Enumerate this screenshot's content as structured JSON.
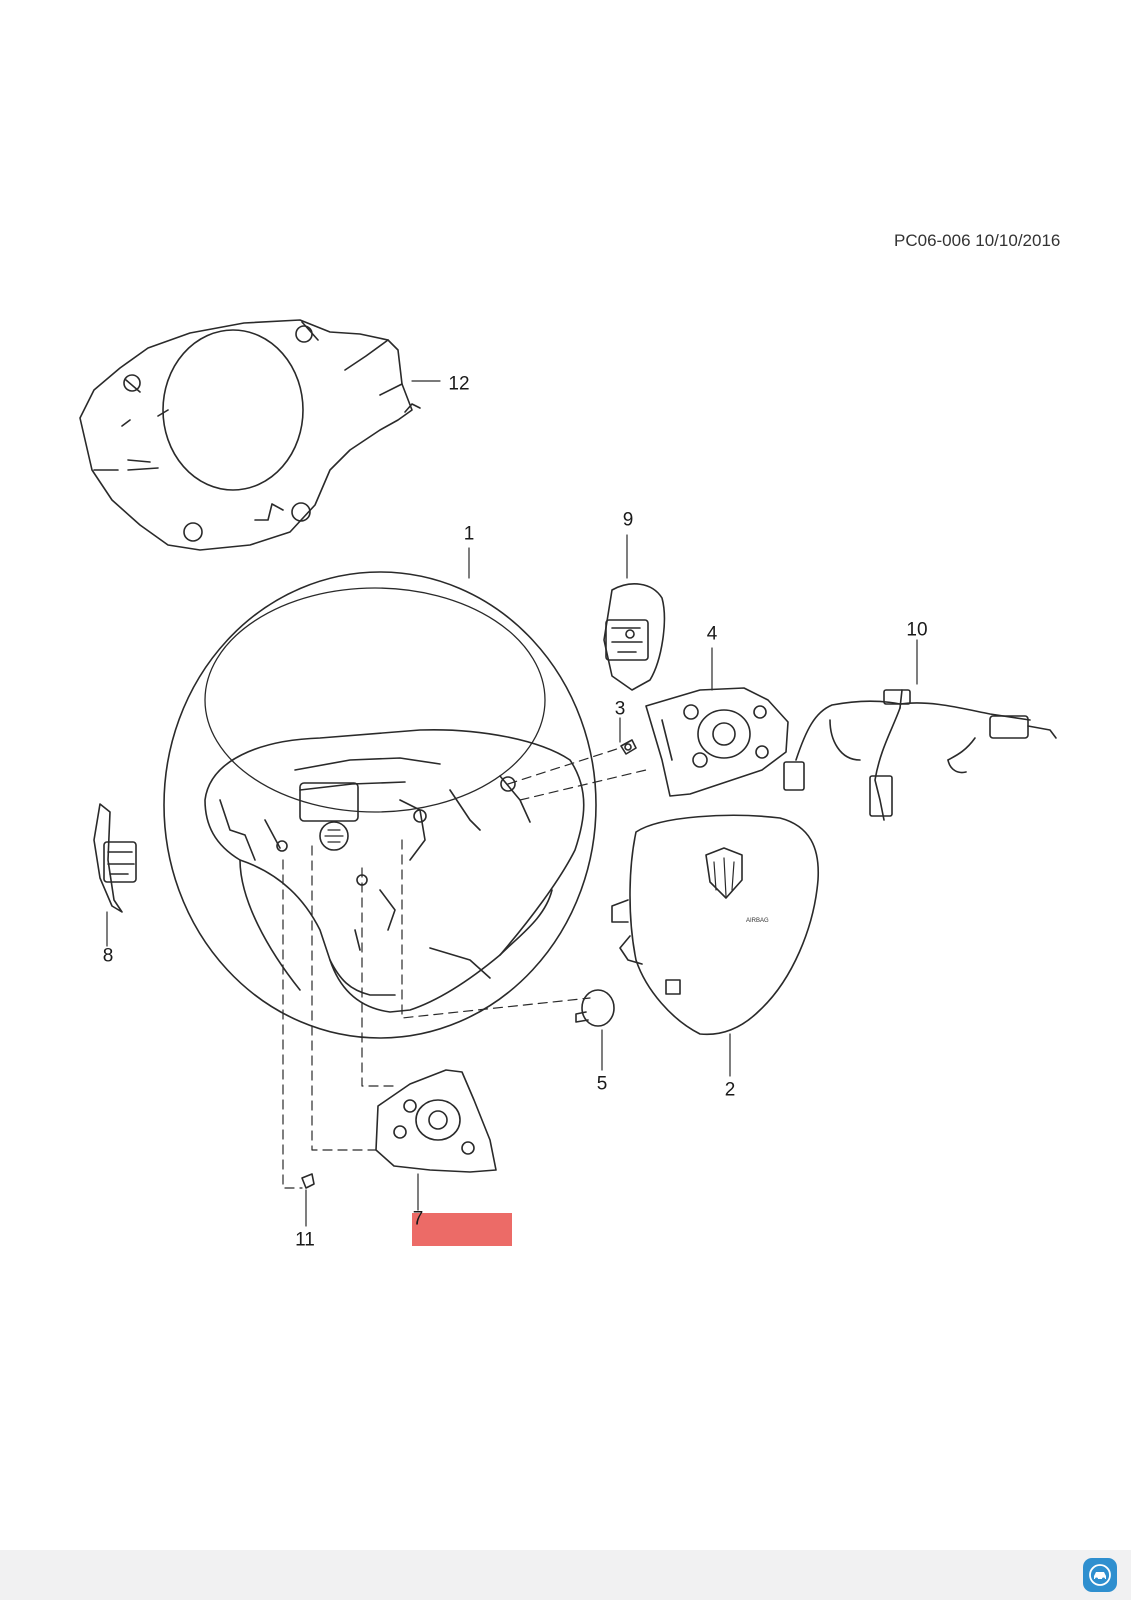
{
  "drawing_ref": "PC06-006 10/10/2016",
  "callouts": {
    "c1": "1",
    "c2": "2",
    "c3": "3",
    "c4": "4",
    "c5": "5",
    "c6": "7",
    "c7": "8",
    "c8": "9",
    "c9": "10",
    "c10": "11",
    "c11": "12"
  },
  "emblem_text": "AIRBAG",
  "colors": {
    "line": "#2a2a2a",
    "highlight": "#ec6b67",
    "footer": "#f1f1f2",
    "logo": "#2f8fcf"
  },
  "footer_icon": "car-service-app-icon"
}
